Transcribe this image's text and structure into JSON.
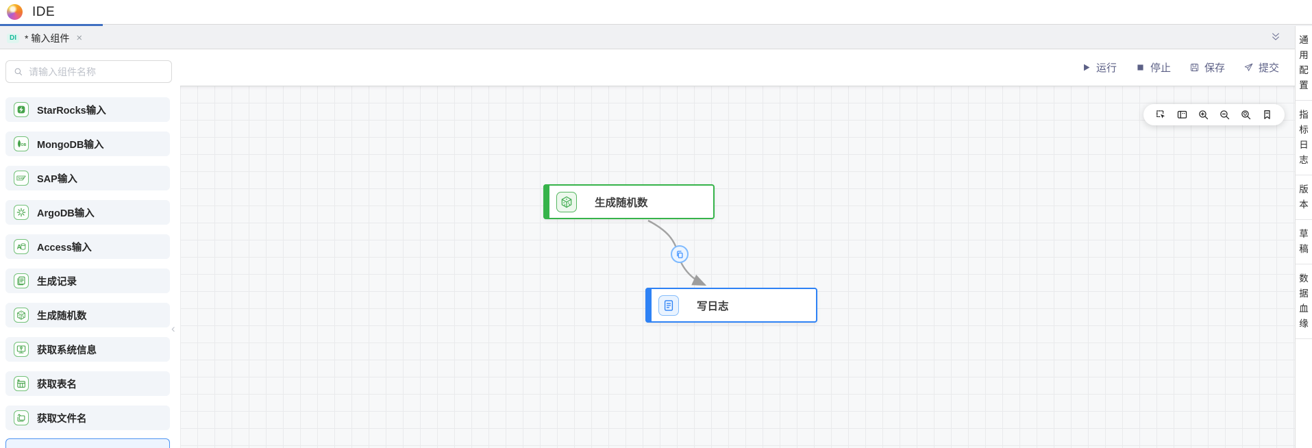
{
  "app": {
    "title": "IDE"
  },
  "tabbar": {
    "active_tab": {
      "badge": "DI",
      "label": "* 输入组件"
    },
    "close_icon": "×"
  },
  "left_panel": {
    "search": {
      "placeholder": "请输入组件名称",
      "value": ""
    },
    "components": [
      {
        "icon": "starrocks",
        "label": "StarRocks输入"
      },
      {
        "icon": "mongodb",
        "label": "MongoDB输入"
      },
      {
        "icon": "sap",
        "label": "SAP输入"
      },
      {
        "icon": "argodb",
        "label": "ArgoDB输入"
      },
      {
        "icon": "access",
        "label": "Access输入"
      },
      {
        "icon": "record",
        "label": "生成记录"
      },
      {
        "icon": "dice",
        "label": "生成随机数"
      },
      {
        "icon": "sysinfo",
        "label": "获取系统信息"
      },
      {
        "icon": "table",
        "label": "获取表名"
      },
      {
        "icon": "files",
        "label": "获取文件名"
      }
    ]
  },
  "toolbar": {
    "buttons": [
      {
        "icon": "play",
        "label": "运行"
      },
      {
        "icon": "stop",
        "label": "停止"
      },
      {
        "icon": "save",
        "label": "保存"
      },
      {
        "icon": "send",
        "label": "提交"
      }
    ]
  },
  "canvas": {
    "view_tools": [
      "marquee-select",
      "minimap",
      "zoom-in",
      "zoom-out",
      "locate",
      "bookmark"
    ],
    "nodes": [
      {
        "label": "生成随机数",
        "icon": "dice",
        "accent": "#36b34a"
      },
      {
        "label": "写日志",
        "icon": "log",
        "accent": "#2e82f5"
      }
    ],
    "edge": {
      "badge_icon": "copy"
    }
  },
  "right_panel": {
    "tabs": [
      "通用配置",
      "指标日志",
      "版本",
      "草稿",
      "数据血缘"
    ]
  },
  "colors": {
    "accent_green": "#36b34a",
    "accent_blue": "#2e82f5",
    "tab_indicator": "#3f6fc1",
    "di_badge_text": "#17b89a",
    "toolbar_text": "#5c6086",
    "edge": "#a3a3a3"
  }
}
